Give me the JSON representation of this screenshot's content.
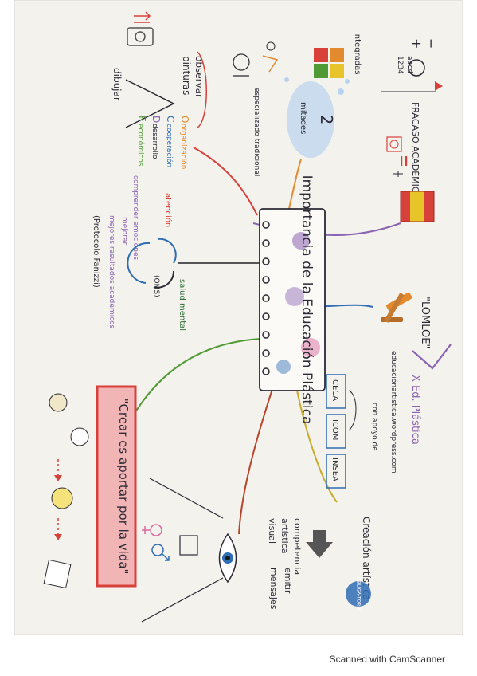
{
  "center_title": "Importancia de la Educación Plástica",
  "footer": "Scanned with CamScanner",
  "sections": {
    "academic_failure": {
      "title": "FRACASO ACADÉMICO",
      "minus": "−",
      "plus": "+",
      "abc": "abcd",
      "num": "1234"
    },
    "law": {
      "title": "\"LOMLOE\""
    },
    "associations": {
      "subject": "X Ed. Plástica",
      "blog": "educaciónartistica.wordpress.com",
      "support": "con apoyo de",
      "orgs": [
        "CECA",
        "ICOM",
        "INSEA"
      ]
    },
    "artistic_creation": {
      "title": "Creación artística",
      "badge": "OBLIGA-TORIA",
      "competence": "competencia",
      "artistic": "artística",
      "visual": "visual",
      "emit": "emitir",
      "messages": "mensajes"
    },
    "quote": "\"Crear es aportar por la vida\"",
    "methods": {
      "observe": "observar",
      "paintings": "pinturas",
      "draw": "dibujar",
      "ocde": [
        {
          "letter": "O",
          "word": "organización"
        },
        {
          "letter": "C",
          "word": "cooperación"
        },
        {
          "letter": "D",
          "word": "desarrollo"
        },
        {
          "letter": "E",
          "word": "económicos"
        }
      ]
    },
    "wellbeing": {
      "attention": "atención",
      "improve": "mejorar",
      "understand_emotions": "comprender emociones",
      "better_results": "mejores resultados académicos",
      "protocol": "(Protocolo Fanizzi)",
      "health": "salud mental",
      "who": "(OMS)"
    },
    "intelligences": {
      "count": "2",
      "label": "mitades",
      "integrated": "integradas",
      "specialized": "especializado tradicional"
    }
  },
  "colors": {
    "paper": "#f4f2ec",
    "ink": "#2b2a35",
    "orange": "#e38a2f",
    "red": "#d8403a",
    "purple": "#8a63b3",
    "blue": "#2f6db5",
    "green": "#4f9a34",
    "yellow": "#e7c52a",
    "brown": "#9a6a3a"
  }
}
